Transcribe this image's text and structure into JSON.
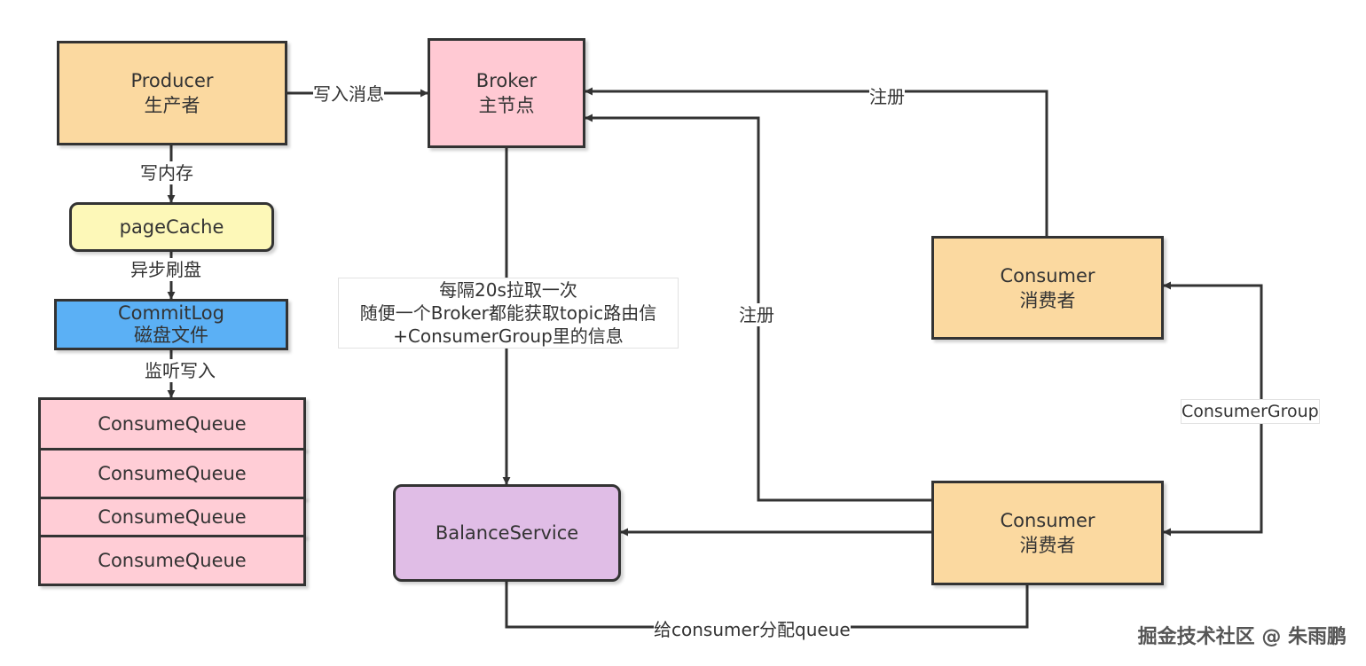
{
  "nodes": {
    "producer": {
      "line1": "Producer",
      "line2": "生产者",
      "fill": "#fbd9a0"
    },
    "broker": {
      "line1": "Broker",
      "line2": "主节点",
      "fill": "#ffc9d3"
    },
    "pagecache": {
      "line1": "pageCache",
      "fill": "#fdf8b8"
    },
    "commitlog": {
      "line1": "CommitLog",
      "line2": "磁盘文件",
      "fill": "#5bb0f5"
    },
    "consume_queues": [
      "ConsumeQueue",
      "ConsumeQueue",
      "ConsumeQueue",
      "ConsumeQueue"
    ],
    "consume_queue_fill": "#ffcdd6",
    "balance": {
      "line1": "BalanceService",
      "fill": "#e0bde6"
    },
    "consumer_top": {
      "line1": "Consumer",
      "line2": "消费者",
      "fill": "#fbd9a0"
    },
    "consumer_bottom": {
      "line1": "Consumer",
      "line2": "消费者",
      "fill": "#fbd9a0"
    }
  },
  "edges": {
    "write_message": "写入消息",
    "write_memory": "写内存",
    "async_flush": "异步刷盘",
    "listen_write": "监听写入",
    "register_top": "注册",
    "register_mid": "注册",
    "pull_line1": "每隔20s拉取一次",
    "pull_line2": "随便一个Broker都能获取topic路由信",
    "pull_line3": "+ConsumerGroup里的信息",
    "consumer_group": "ConsumerGroup",
    "assign_queue": "给consumer分配queue"
  },
  "watermark": "掘金技术社区 @ 朱雨鹏",
  "colors": {
    "line": "#333333"
  }
}
